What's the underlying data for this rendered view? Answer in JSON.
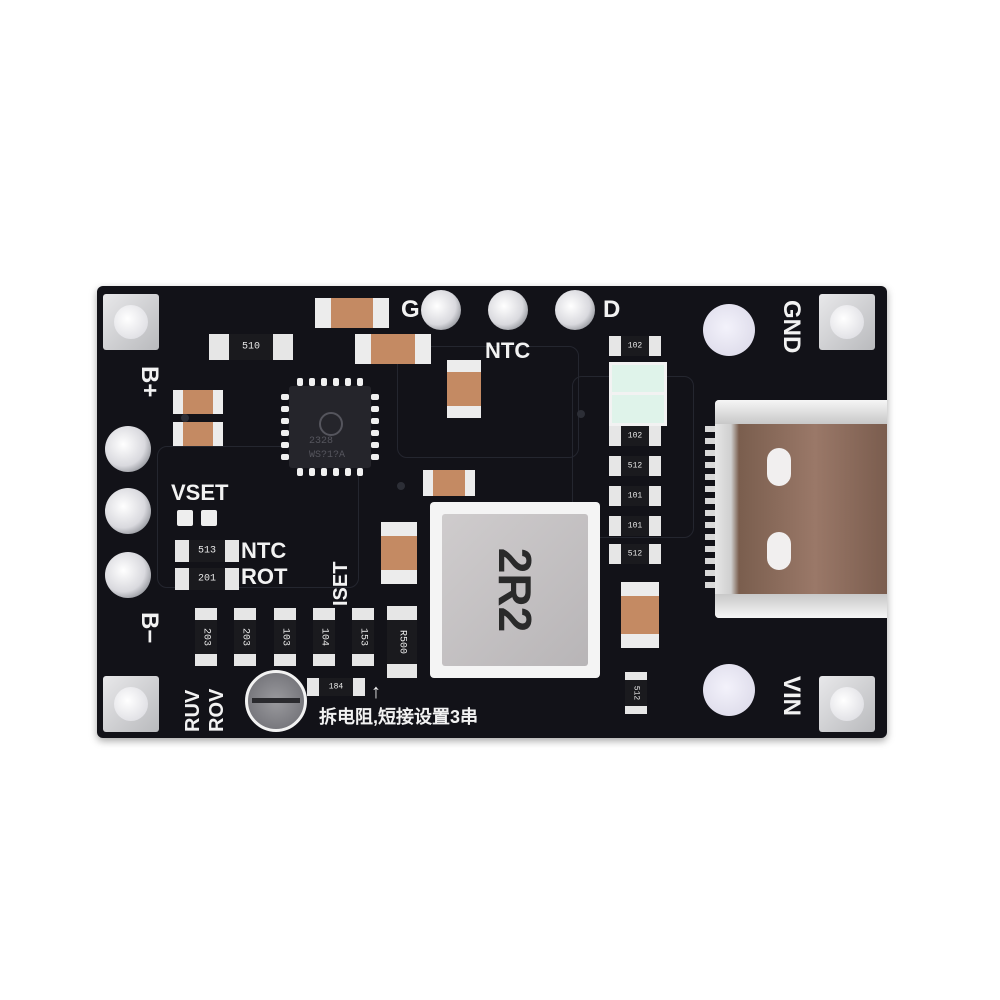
{
  "image": {
    "subject": "Black PCB battery charger module with USB Type-C input",
    "background_color": "#ffffff",
    "board_color": "#121218"
  },
  "silkscreen": {
    "left_edge": {
      "b_plus": "B+",
      "b_minus": "B−"
    },
    "top_edge": {
      "g": "G",
      "ntc_top": "NTC",
      "d": "D"
    },
    "right_edge": {
      "gnd": "GND",
      "vin": "VIN"
    },
    "config": {
      "vset": "VSET",
      "ntc": "NTC",
      "rot": "ROT",
      "iset": "ISET",
      "ruv": "RUV",
      "rov": "ROV"
    },
    "bottom_note": "拆电阻,短接设置3串",
    "arrow": "↑"
  },
  "components": {
    "inductor_marking": "2R2",
    "resistor_top_left": "510",
    "resistor_ntc": "513",
    "resistor_rot": "201",
    "bottom_resistors": [
      "203",
      "203",
      "103",
      "104",
      "153",
      "R500"
    ],
    "pot_adjacent_resistor": "184",
    "right_column_resistors": [
      "102",
      "102",
      "512",
      "101",
      "101",
      "512"
    ],
    "bottom_right_resistor": "512",
    "ic_text": [
      "2328",
      "WS?1?A"
    ]
  },
  "colors": {
    "silkscreen": "#f2f2f2",
    "pad_silver": "#d9d9de",
    "capacitor_tan": "#c48a63",
    "usb_c_shell": "#8a6a5a"
  }
}
